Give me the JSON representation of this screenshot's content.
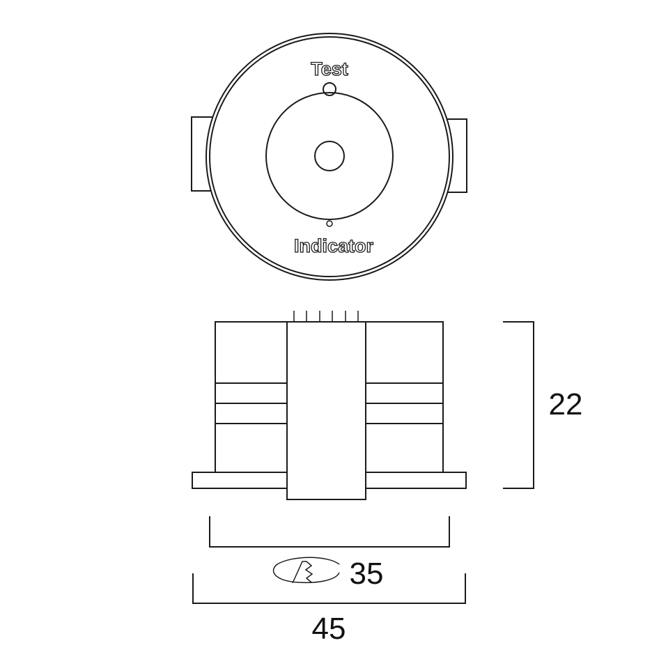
{
  "labels": {
    "test": "Test",
    "indicator": "Indicator"
  },
  "dimensions": {
    "height": "22",
    "cutout": "35",
    "width": "45"
  },
  "icons": {
    "cutout_symbol": "ceiling-cutout-icon"
  }
}
